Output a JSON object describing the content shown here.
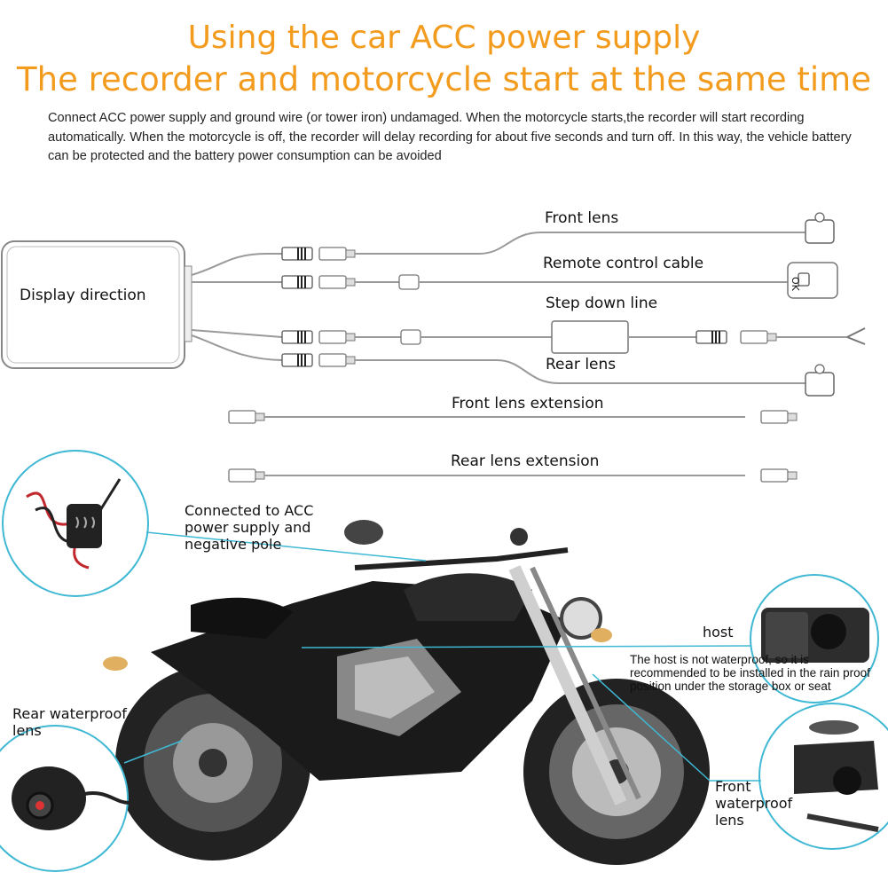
{
  "header": {
    "title_line1": "Using the car ACC power supply",
    "title_line2": "The recorder and motorcycle start at the same time",
    "description": "Connect ACC power supply and ground wire (or tower iron) undamaged. When the motorcycle starts,the recorder will start recording automatically. When the motorcycle is off, the recorder will delay recording for about five seconds and turn off. In this way, the vehicle battery can be protected and the battery power consumption can be avoided"
  },
  "wiring": {
    "display_label": "Display direction",
    "front_lens": "Front lens",
    "remote_cable": "Remote control cable",
    "step_down": "Step down line",
    "rear_lens": "Rear lens",
    "front_ext": "Front lens extension",
    "rear_ext": "Rear lens extension",
    "remote_ok": "OK"
  },
  "callouts": {
    "acc": "Connected to ACC power supply and negative pole",
    "host": "host",
    "host_note": "The host is not waterproof, so it is recommended to be installed in the rain proof position under the storage box or seat",
    "rear_cam": "Rear waterproof lens",
    "front_cam": "Front waterproof lens"
  },
  "colors": {
    "title": "#f29b1d",
    "callout_line": "#3fb8d4",
    "cable": "#9a9a9a"
  }
}
